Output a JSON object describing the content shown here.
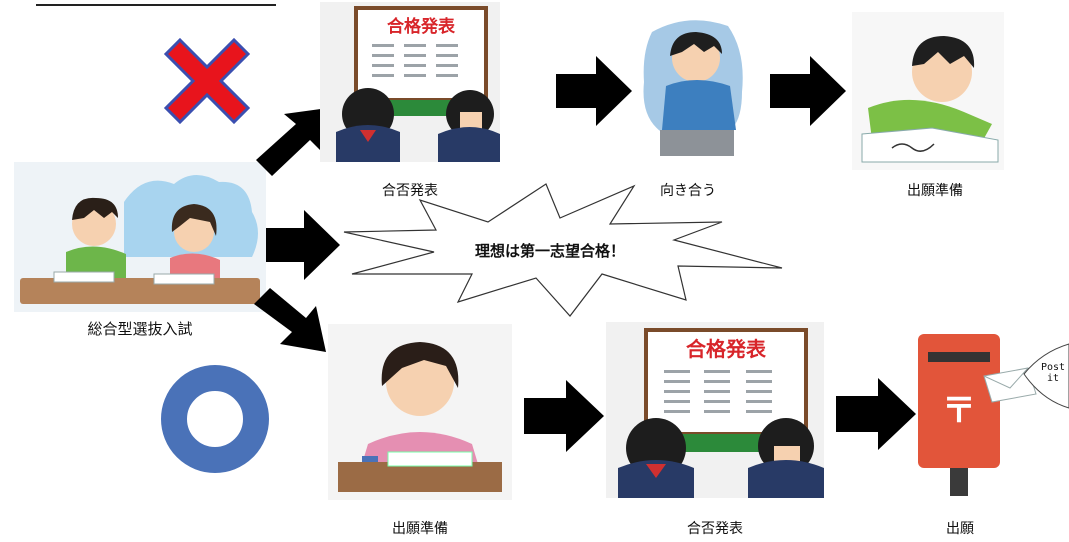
{
  "center_label": "理想は第一志望合格！",
  "start_label": "総合型選抜入試",
  "result_banner": "合格発表",
  "top_row": {
    "symbol": "x-mark",
    "steps": [
      {
        "label": "合否発表"
      },
      {
        "label": "向き合う"
      },
      {
        "label": "出願準備"
      }
    ]
  },
  "bottom_row": {
    "symbol": "circle-mark",
    "steps": [
      {
        "label": "出願準備"
      },
      {
        "label": "合否発表"
      },
      {
        "label": "出願"
      }
    ]
  },
  "post_text": "Post it",
  "post_mark": "〒",
  "colors": {
    "cross": "#e8141c",
    "cross_outline": "#3b4fb0",
    "circle": "#4a72b8",
    "arrow": "#000000",
    "mailbox": "#e2553a"
  }
}
